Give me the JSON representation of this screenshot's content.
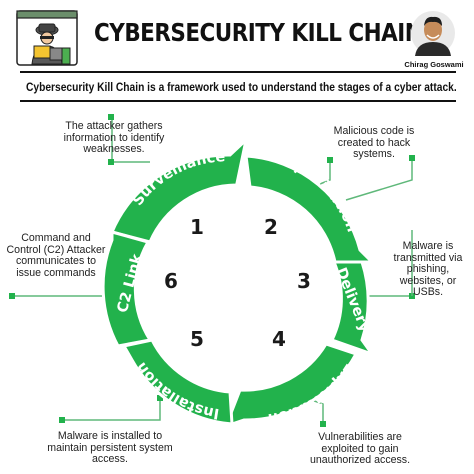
{
  "header": {
    "title": "CYBERSECURITY KILL CHAIN",
    "author": "Chirag Goswami",
    "subtitle": "Cybersecurity Kill Chain is a framework used to understand the stages of a cyber attack."
  },
  "colors": {
    "green": "#22b24c",
    "dark_green": "#1a8f3b",
    "line": "#5fb87a"
  },
  "stages": [
    {
      "number": "1",
      "label": "Surveillance",
      "description": "The attacker gathers information to identify weaknesses."
    },
    {
      "number": "2",
      "label": "Weaponization",
      "description": "Malicious code is created to hack systems."
    },
    {
      "number": "3",
      "label": "Delivery",
      "description": "Malware is transmitted via phishing, websites, or USBs."
    },
    {
      "number": "4",
      "label": "Exploitation",
      "description": "Vulnerabilities are exploited to gain unauthorized access."
    },
    {
      "number": "5",
      "label": "Installation",
      "description": "Malware is installed to maintain persistent system access."
    },
    {
      "number": "6",
      "label": "C2 Link",
      "description": "Command and Control (C2) Attacker communicates to issue commands"
    }
  ]
}
